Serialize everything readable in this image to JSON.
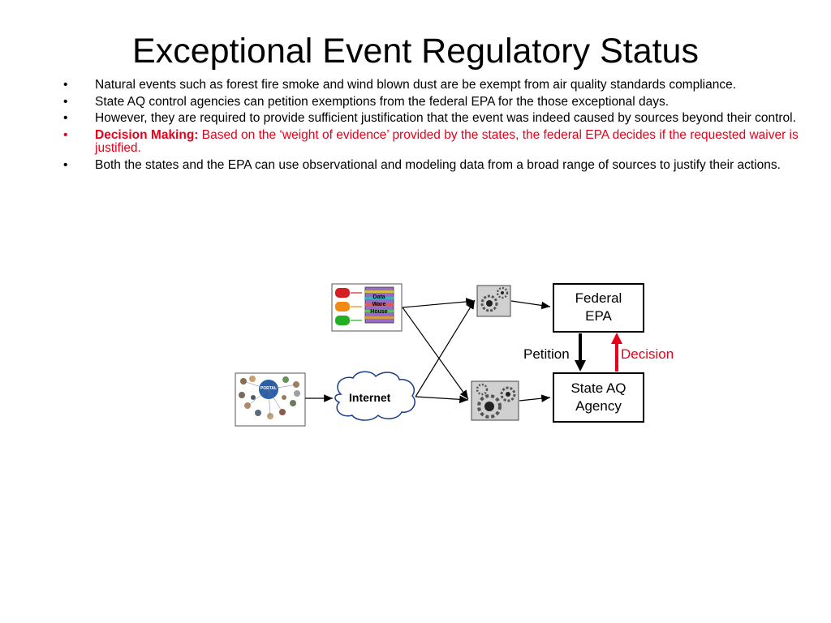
{
  "slide": {
    "title": "Exceptional Event Regulatory Status",
    "bullets": [
      {
        "marker": "•",
        "text": "Natural events such as forest fire smoke and wind blown dust are be exempt from air quality  standards compliance."
      },
      {
        "marker": "•",
        "text": "State AQ control agencies can petition exemptions from the federal EPA for the those exceptional days."
      },
      {
        "marker": "•",
        "text": "However, they are required to provide sufficient justification that the event was indeed caused by sources beyond their control."
      },
      {
        "marker": "•",
        "lead": "Decision Making:",
        "text": " Based on the ‘weight of evidence’ provided by the states, the federal EPA decides if the requested waiver is justified."
      },
      {
        "marker": "•",
        "text": "Both the states and the EPA can use observational and modeling data from a broad range of sources to justify their actions."
      }
    ]
  },
  "diagram": {
    "federal_epa": "Federal\nEPA",
    "state_agency": "State AQ\nAgency",
    "petition_label": "Petition",
    "decision_label": "Decision",
    "internet_label": "Internet",
    "warehouse_label": "Data\nWare\nHouse",
    "portal_label": "PORTAL",
    "colors": {
      "decision_arrow": "#e8001a",
      "petition_arrow": "#000000"
    }
  }
}
